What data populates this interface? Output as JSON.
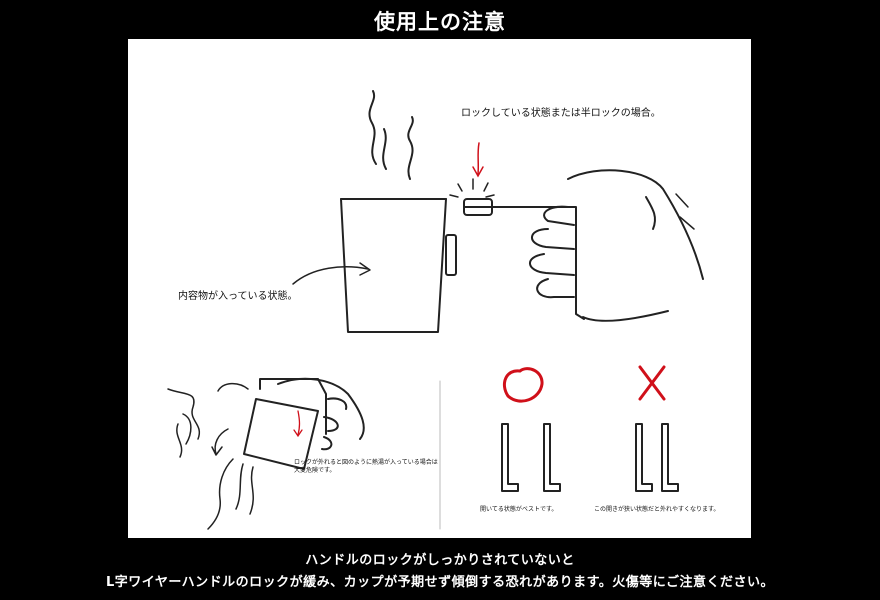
{
  "title": "使用上の注意",
  "illustration": {
    "note_lock_state": "ロックしている状態または半ロックの場合。",
    "note_contents": "内容物が入っている状態。",
    "note_tilt_line1": "ロックが外れると図のように熱湯が入っている場合は",
    "note_tilt_line2": "大変危険です。",
    "correct_mark": "○",
    "wrong_mark": "×",
    "caption_correct": "開いてる状態がベストです。",
    "caption_wrong": "この開きが狭い状態だと外れやすくなります。",
    "accent_color": "#d0101a"
  },
  "footer": {
    "line1": "ハンドルのロックがしっかりされていないと",
    "line2": "L字ワイヤーハンドルのロックが緩み、カップが予期せず傾倒する恐れがあります。火傷等にご注意ください。"
  }
}
